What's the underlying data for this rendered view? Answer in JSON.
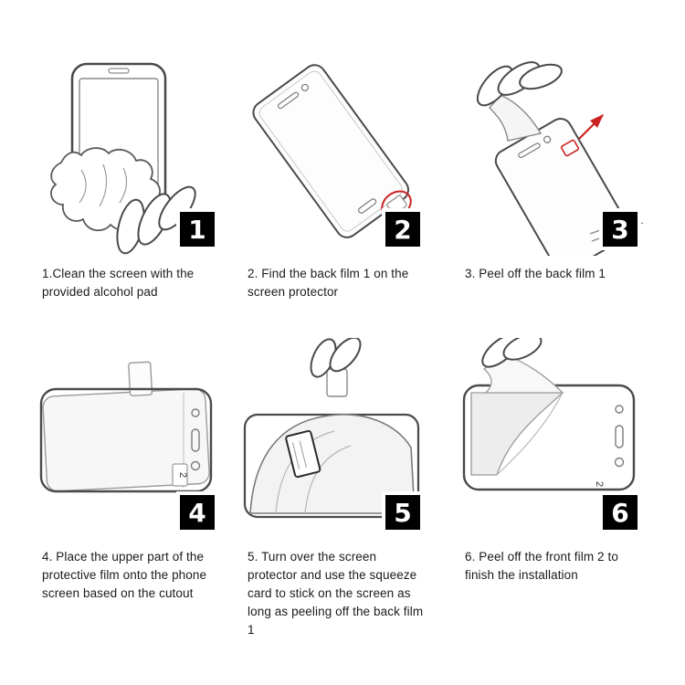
{
  "colors": {
    "background": "#ffffff",
    "badge_bg": "#000000",
    "badge_text": "#ffffff",
    "line": "#4a4a4a",
    "accent_red": "#cc2222"
  },
  "steps": [
    {
      "number": "1",
      "caption": "1.Clean the screen with the provided alcohol pad",
      "illustration": "hand-wiping-phone-screen-with-alcohol-pad"
    },
    {
      "number": "2",
      "caption": "2. Find the back film 1 on the screen protector",
      "illustration": "screen-protector-with-back-film-tab-circled-red"
    },
    {
      "number": "3",
      "caption": "3. Peel off the back film 1",
      "illustration": "hand-peeling-back-film-with-red-arrow"
    },
    {
      "number": "4",
      "caption": "4. Place the upper part of the protective film onto the phone screen based on the cutout",
      "illustration": "film-aligned-on-landscape-phone",
      "tab_label": "2"
    },
    {
      "number": "5",
      "caption": "5. Turn over the screen protector and use the squeeze card to stick on the screen as long as peeling off the back film 1",
      "illustration": "flipping-film-and-squeeze-card-on-screen"
    },
    {
      "number": "6",
      "caption": "6. Peel off the front film 2 to finish the installation",
      "illustration": "hand-peeling-front-film-from-phone",
      "tab_label": "2"
    }
  ]
}
